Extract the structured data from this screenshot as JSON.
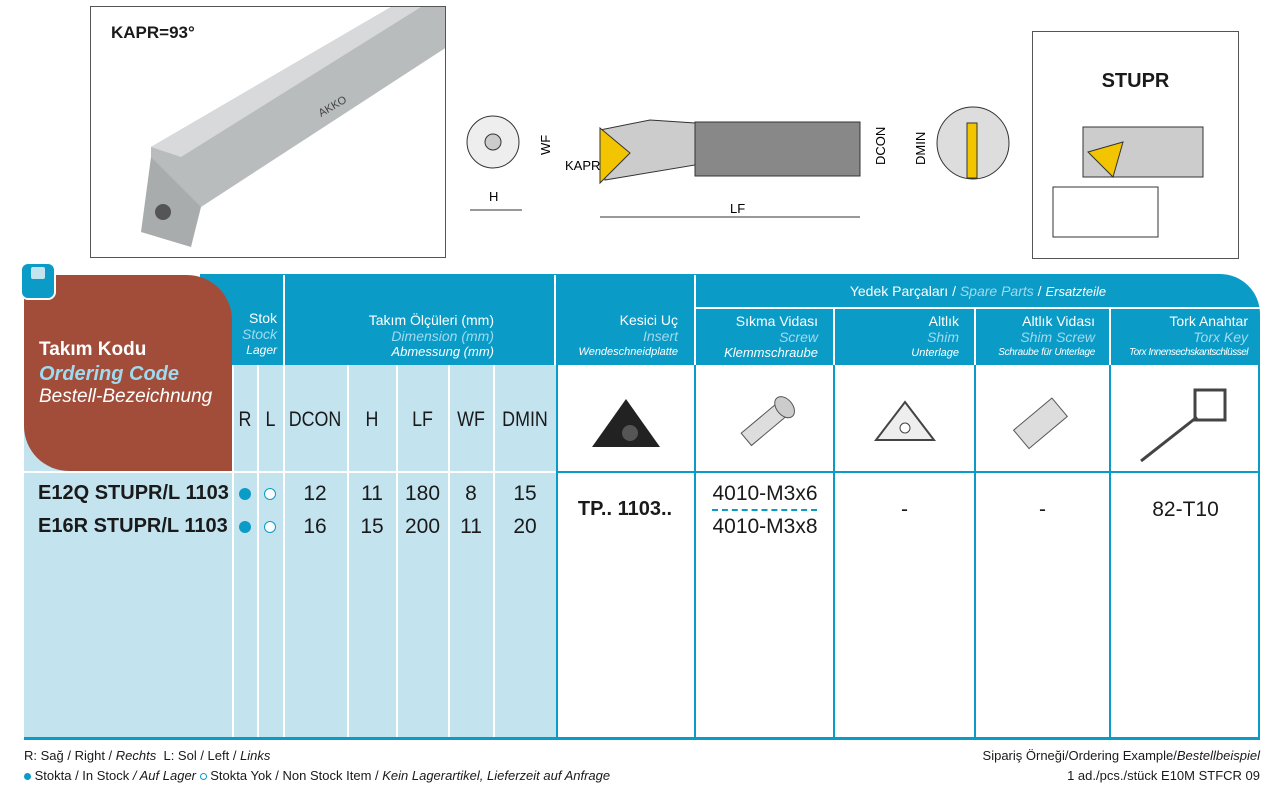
{
  "photo": {
    "angle_label": "KAPR=93°",
    "brand": "AKKO"
  },
  "drawing": {
    "labels": {
      "h": "H",
      "wf": "WF",
      "kapr": "KAPR",
      "lf": "LF",
      "dcon": "DCON",
      "dmin": "DMIN"
    }
  },
  "stupr_box": {
    "title": "STUPR"
  },
  "table": {
    "code_header": {
      "tr": "Takım Kodu",
      "en": "Ordering Code",
      "de": "Bestell-Bezeichnung"
    },
    "stock_header": {
      "tr": "Stok",
      "en": "Stock",
      "de": "Lager"
    },
    "dim_header": {
      "tr": "Takım Ölçüleri (mm)",
      "en": "Dimension (mm)",
      "de": "Abmessung (mm)"
    },
    "insert_header": {
      "tr": "Kesici Uç",
      "en": "Insert",
      "de": "Wendeschneidplatte"
    },
    "spare_header": {
      "tr": "Yedek Parçaları",
      "sep": "/",
      "en": "Spare Parts",
      "de": "Ersatzteile"
    },
    "screw_header": {
      "tr": "Sıkma Vidası",
      "en": "Screw",
      "de": "Klemmschraube"
    },
    "shim_header": {
      "tr": "Altlık",
      "en": "Shim",
      "de": "Unterlage"
    },
    "shimscrew_header": {
      "tr": "Altlık Vidası",
      "en": "Shim Screw",
      "de": "Schraube für Unterlage"
    },
    "key_header": {
      "tr": "Tork Anahtar",
      "en": "Torx Key",
      "de": "Torx Innensechskantschlüssel"
    },
    "columns": [
      "R",
      "L",
      "DCON",
      "H",
      "LF",
      "WF",
      "DMIN"
    ],
    "rows": [
      {
        "code": "E12Q STUPR/L 1103",
        "r": "in-stock",
        "l": "non-stock",
        "dcon": "12",
        "h": "11",
        "lf": "180",
        "wf": "8",
        "dmin": "15",
        "screw": "4010-M3x6"
      },
      {
        "code": "E16R STUPR/L 1103",
        "r": "in-stock",
        "l": "non-stock",
        "dcon": "16",
        "h": "15",
        "lf": "200",
        "wf": "11",
        "dmin": "20",
        "screw": "4010-M3x8"
      }
    ],
    "insert": "TP.. 1103..",
    "shim": "-",
    "shim_screw": "-",
    "key": "82-T10"
  },
  "colors": {
    "teal": "#0a9cc7",
    "light": "#c3e3ef",
    "brown": "#a24d3a",
    "stock": "#0a9cc7"
  },
  "footer": {
    "line1": "R: Sağ / Right / ",
    "line1_de": "Rechts",
    "line1b": "  L: Sol / Left / ",
    "line1b_de": "Links",
    "line2a": " Stokta / In Stock ",
    "line2a_de": "/ Auf Lager",
    "line2b": " Stokta Yok / Non Stock Item / ",
    "line2b_de": "Kein Lagerartikel, Lieferzeit auf Anfrage",
    "order_label": "Sipariş Örneği/Ordering Example/",
    "order_label_de": "Bestellbeispiel",
    "order_example": "1 ad./pcs./stück E10M STFCR 09"
  }
}
